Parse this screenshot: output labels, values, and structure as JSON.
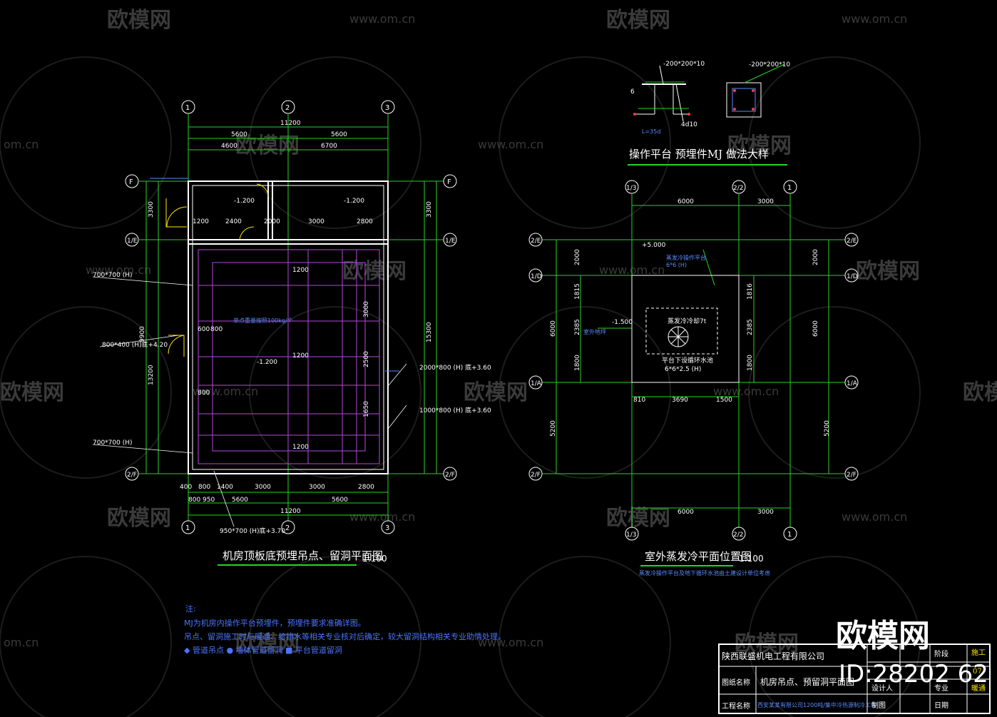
{
  "watermark": {
    "brand": "欧模网",
    "url": "www.om.cn",
    "url_short": "om.cn",
    "big_brand": "欧模网",
    "id": "ID:28202 62"
  },
  "plan_left": {
    "title": "机房顶板底预埋吊点、留洞平面图",
    "scale": "1:100",
    "axes_top": [
      "1",
      "2",
      "3"
    ],
    "axis_left": [
      "F",
      "1/E",
      "2/F"
    ],
    "dims_top_total": "11200",
    "dims_top": [
      "5600",
      "5600"
    ],
    "dims_top2": [
      "4600",
      "6700"
    ],
    "dims_bottom": [
      "400",
      "800",
      "1400",
      "3000",
      "3000",
      "2800"
    ],
    "dims_bottom2": [
      "800",
      "950",
      "5600",
      "5600"
    ],
    "dims_bottom_total": "11200",
    "dims_left_total": "13200",
    "dims_left": [
      "3300",
      "9900"
    ],
    "dims_right": [
      "3300",
      "15300"
    ],
    "rooms": {
      "r1_level": "-1.200",
      "r2_level": "-1.200",
      "r3_level": "-1.200"
    },
    "room_dims": [
      "1200",
      "2400",
      "2000",
      "3000",
      "2800"
    ],
    "inner_dims": [
      "1200",
      "1200",
      "1200",
      "3000",
      "2500",
      "1650",
      "600",
      "800",
      "800"
    ],
    "openings": [
      {
        "text": "700*700 (H)",
        "y": 1
      },
      {
        "text": "800*400 (H)底+4.20",
        "y": 2
      },
      {
        "text": "700*700 (H)",
        "y": 3
      },
      {
        "text": "2000*800 (H)   底+3.60",
        "y": 4
      },
      {
        "text": "1000*800 (H)   底+3.60",
        "y": 5
      },
      {
        "text": "950*700 (H)底+3.70",
        "y": 6
      }
    ],
    "label_hook": "单点重量按照100kg/个"
  },
  "plan_right": {
    "title": "室外蒸发冷平面位置图",
    "scale": "1:100",
    "note": "蒸发冷操作平台及地下循环水池由土建设计单位考虑",
    "axes_top": [
      "1/3",
      "2/2",
      "1"
    ],
    "axes_left": [
      "2/E",
      "1/D",
      "1/A",
      "2/F"
    ],
    "dims_top": [
      "6000",
      "3000"
    ],
    "dims_bottom": [
      "6000",
      "3000"
    ],
    "dims_left": [
      "2000",
      "6000",
      "5200"
    ],
    "dims_left_inner": [
      "1815",
      "2385",
      "1800"
    ],
    "dims_right_inner": [
      "1816",
      "2385",
      "1800"
    ],
    "dims_right": [
      "2000",
      "6000",
      "5200"
    ],
    "dims_mid": [
      "810",
      "3690",
      "1500"
    ],
    "level_top": "+5.000",
    "level_left": "-1.500",
    "platform_text": "蒸发冷操作平台",
    "platform_size": "6*6 (H)",
    "equip_text": "蒸发冷冷却7t",
    "pool_text": "平台下设循环水池",
    "pool_size": "6*6*2.5 (H)",
    "room_label": "室外地坪"
  },
  "detail": {
    "title": "操作平台   预埋件MJ   做法大样",
    "plate1": "-200*200*10",
    "plate2": "-200*200*10",
    "rebar": "4d10",
    "side": "6",
    "tag": "L=35d"
  },
  "notes": {
    "head": "注:",
    "line1": "MJ为机房内操作平台预埋件，预埋件要求准确详图。",
    "line2": "吊点、留洞施工时与暖通、给排水等相关专业核对后确定，较大留洞结构相关专业助情处理。",
    "line3": "◆  管道吊点   ●  墙体管道留洞   ■  平台管道留洞"
  },
  "title_block": {
    "company": "陕西联盛机电工程有限公司",
    "drawing_name_label": "图纸名称",
    "drawing_name": "机房吊点、预留洞平面图",
    "project_label": "工程名称",
    "project": "西安某某有限公司1200吨/集中冷热源制冷工程",
    "draw_label": "制图",
    "designer_label": "设计人",
    "stage_label": "阶段",
    "stage": "施工",
    "sheet_no": "07",
    "discipline_label": "专业",
    "discipline": "暖通",
    "date_label": "日期"
  }
}
